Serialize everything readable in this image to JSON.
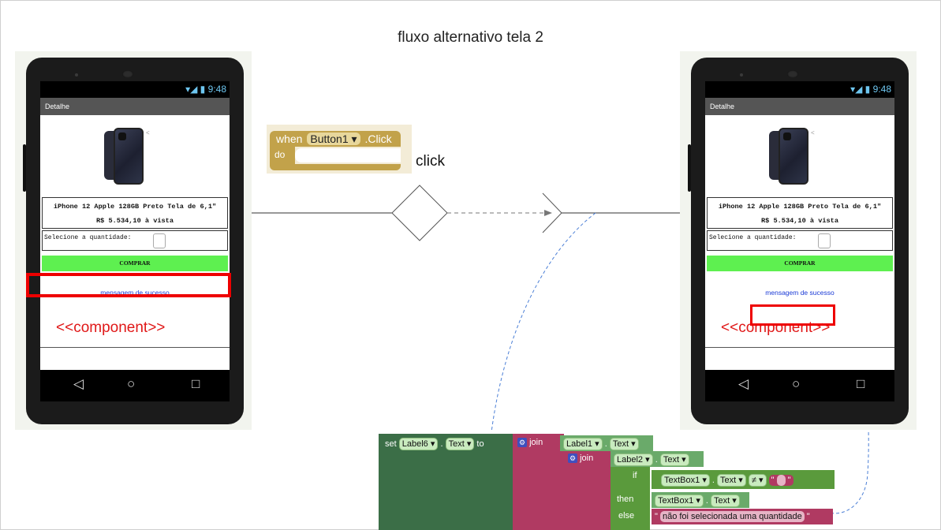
{
  "title": "fluxo alternativo tela 2",
  "phone": {
    "status_time": "9:48",
    "status_icons": "▾◢ ▮",
    "appbar_title": "Detalhe",
    "product_name": "iPhone 12 Apple 128GB Preto Tela de 6,1\"",
    "product_price": "R$ 5.534,10 à vista",
    "quantity_label": "Selecione a quantidade:",
    "buy_button": "COMPRAR",
    "success_message": "mensagem de sucesso",
    "component_label": "<<component>>",
    "nav_back": "◁",
    "nav_home": "○",
    "nav_recent": "□",
    "share_icon": "<"
  },
  "event_block": {
    "when": "when",
    "component": "Button1",
    "dropdown": "▾",
    "event": ".Click",
    "do": "do"
  },
  "click_label": "click",
  "code": {
    "set": "set",
    "target": "Label6",
    "target_prop": "Text",
    "to": "to",
    "join": "join",
    "label1": "Label1",
    "label1_prop": "Text",
    "join2": "join",
    "label2": "Label2",
    "label2_prop": "Text",
    "if": "if",
    "textbox1": "TextBox1",
    "textbox1_prop": "Text",
    "neq": "≠",
    "empty_string_quote_open": "\"",
    "empty_string_quote_close": "\"",
    "then": "then",
    "then_textbox": "TextBox1",
    "then_textbox_prop": "Text",
    "else": "else",
    "else_text": "não foi selecionada uma quantidade",
    "dd": "▾",
    "dot": "."
  },
  "colors": {
    "highlight": "#ee0000",
    "button": "#5ef050",
    "link": "#1a3ad6",
    "component": "#e01818",
    "set_block": "#3b6e47",
    "join_block": "#b03a62",
    "if_block": "#5a9a3c",
    "event_block": "#c2a24a"
  }
}
